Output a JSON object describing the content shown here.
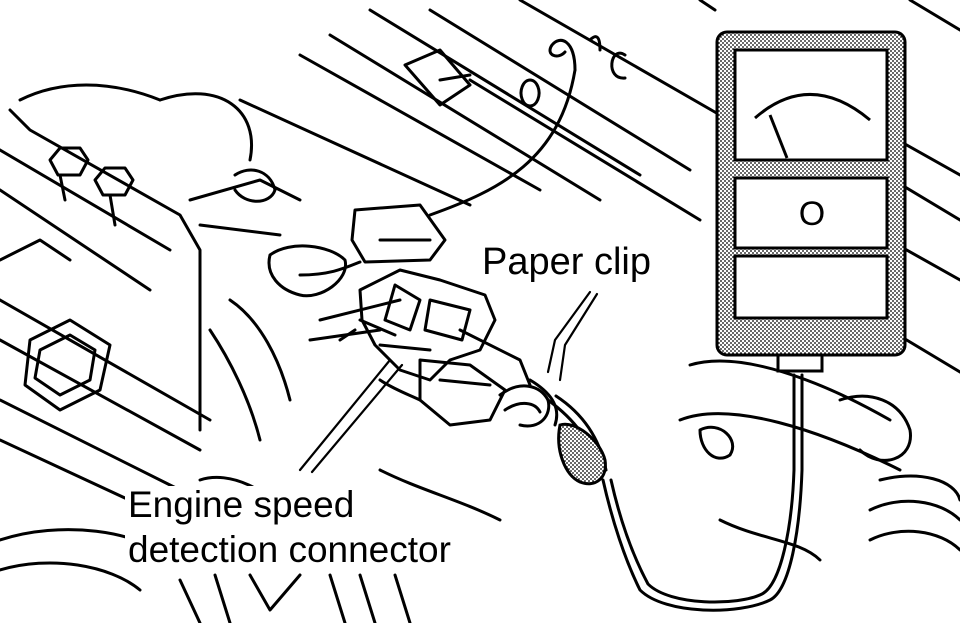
{
  "labels": {
    "paper_clip": "Paper clip",
    "connector_line1": "Engine speed",
    "connector_line2": "detection connector"
  },
  "meter": {
    "readout": "O"
  },
  "colors": {
    "ink": "#000000",
    "paper": "#ffffff",
    "shade": "#bdbdbd"
  }
}
